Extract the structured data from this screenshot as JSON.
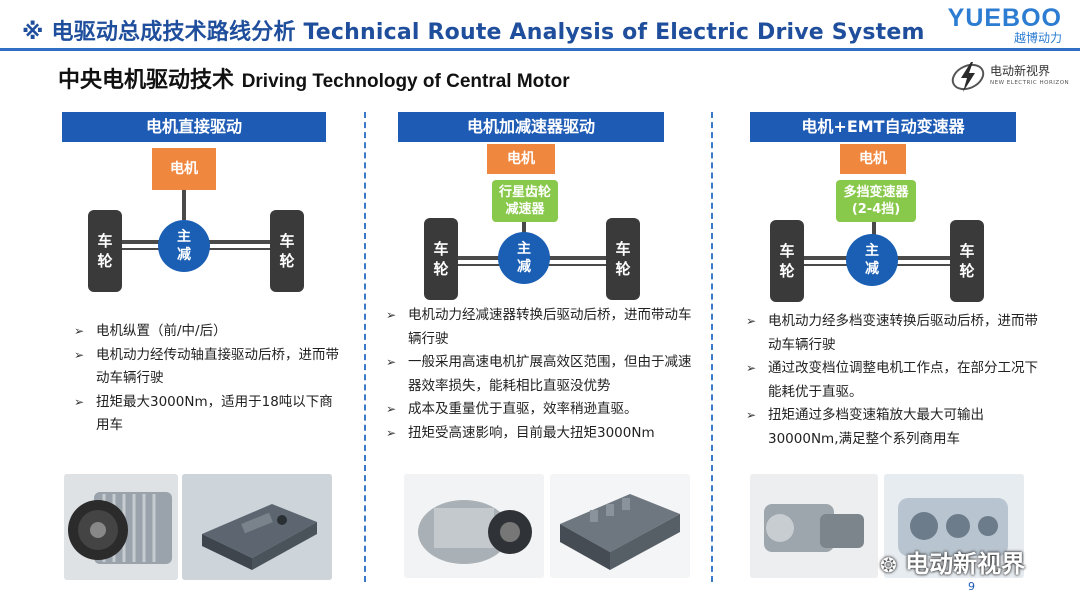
{
  "header": {
    "title": "※ 电驱动总成技术路线分析  Technical Route Analysis of Electric Drive System",
    "logo_brand": "YUEBOO",
    "logo_sub": "越博动力"
  },
  "subheader": {
    "title_cn": "中央电机驱动技术",
    "title_en": "Driving Technology of Central Motor",
    "watermark_logo_cn": "电动新视界",
    "watermark_logo_en": "NEW ELECTRIC HORIZON"
  },
  "columns": [
    {
      "heading": "电机直接驱动",
      "motor": "电机",
      "hub_line1": "主",
      "hub_line2": "减",
      "wheel_line1": "车",
      "wheel_line2": "轮",
      "bullets": [
        "电机纵置（前/中/后）",
        "电机动力经传动轴直接驱动后桥，进而带动车辆行驶",
        "扭矩最大3000Nm，适用于18吨以下商用车"
      ]
    },
    {
      "heading": "电机加减速器驱动",
      "motor": "电机",
      "reducer_line1": "行星齿轮",
      "reducer_line2": "减速器",
      "hub_line1": "主",
      "hub_line2": "减",
      "wheel_line1": "车",
      "wheel_line2": "轮",
      "bullets": [
        "电机动力经减速器转换后驱动后桥，进而带动车辆行驶",
        "一般采用高速电机扩展高效区范围，但由于减速器效率损失，能耗相比直驱没优势",
        "成本及重量优于直驱，效率稍逊直驱。",
        "扭矩受高速影响，目前最大扭矩3000Nm"
      ]
    },
    {
      "heading": "电机+EMT自动变速器",
      "motor": "电机",
      "reducer_line1": "多挡变速器",
      "reducer_line2": "(2-4挡)",
      "hub_line1": "主",
      "hub_line2": "减",
      "wheel_line1": "车",
      "wheel_line2": "轮",
      "bullets": [
        "电机动力经多档变速转换后驱动后桥，进而带动车辆行驶",
        "通过改变档位调整电机工作点，在部分工况下能耗优于直驱。",
        "扭矩通过多档变速箱放大最大可输出30000Nm,满足整个系列商用车"
      ]
    }
  ],
  "footer": {
    "page_number": "9",
    "wechat_watermark": "电动新视界"
  },
  "colors": {
    "brand_blue": "#1d5bb5",
    "motor_orange": "#f0873e",
    "reducer_green": "#88c84a",
    "wheel_dark": "#3a3a3a"
  }
}
